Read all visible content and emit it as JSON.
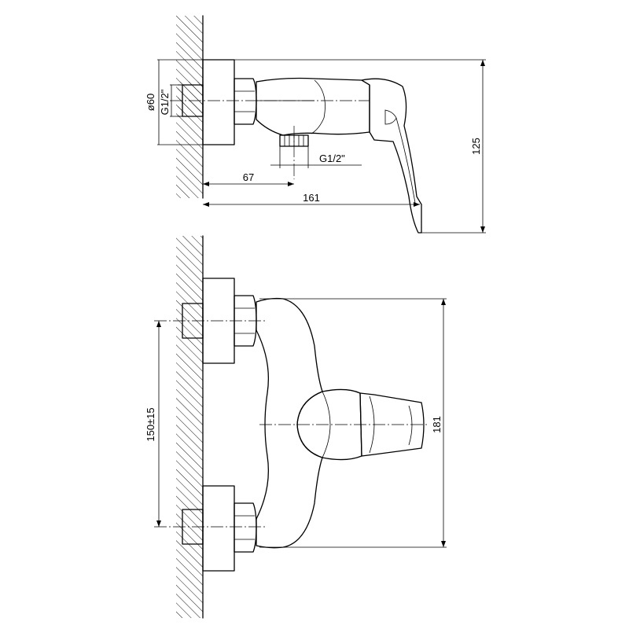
{
  "dimensions": {
    "diameter_60": "ø60",
    "thread_wall": "G1/2\"",
    "thread_outlet": "G1/2\"",
    "depth_67": "67",
    "depth_161": "161",
    "height_125": "125",
    "spacing_150": "150±15",
    "width_181": "181"
  }
}
